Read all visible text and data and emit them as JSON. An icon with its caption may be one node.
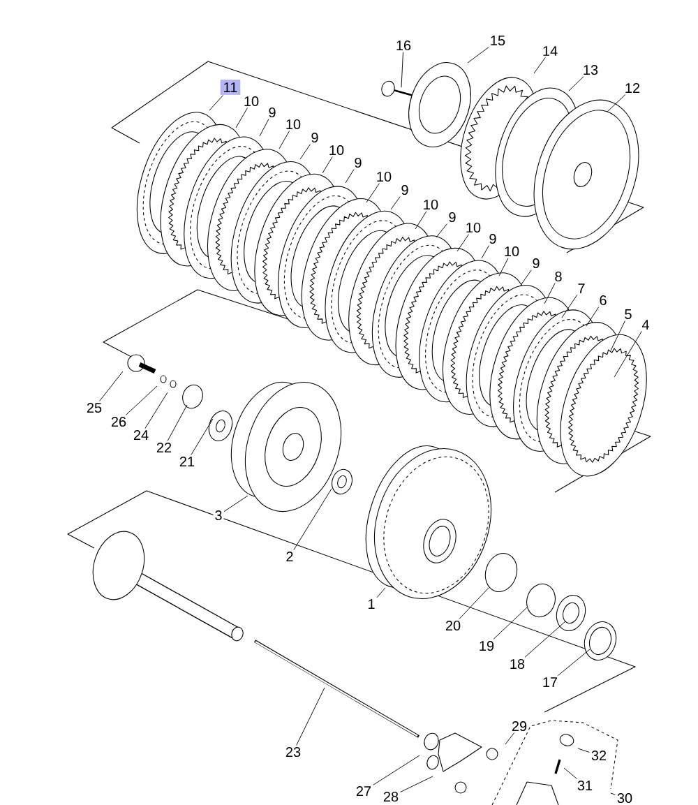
{
  "diagram": {
    "nodes": [
      {
        "text": [
          "15"
        ]
      },
      {
        "text": [
          "16"
        ]
      },
      {
        "text": [
          "14"
        ]
      },
      {
        "text": [
          "13"
        ]
      },
      {
        "text": [
          "11"
        ]
      },
      {
        "text": [
          "12"
        ]
      },
      {
        "text": [
          "10"
        ]
      },
      {
        "text": [
          "9"
        ]
      },
      {
        "text": [
          "10"
        ]
      },
      {
        "text": [
          "9"
        ]
      },
      {
        "text": [
          "10"
        ]
      },
      {
        "text": [
          "9"
        ]
      },
      {
        "text": [
          "10"
        ]
      },
      {
        "text": [
          "9"
        ]
      },
      {
        "text": [
          "10"
        ]
      },
      {
        "text": [
          "9"
        ]
      },
      {
        "text": [
          "10"
        ]
      },
      {
        "text": [
          "9"
        ]
      },
      {
        "text": [
          "10"
        ]
      },
      {
        "text": [
          "9"
        ]
      },
      {
        "text": [
          "8"
        ]
      },
      {
        "text": [
          "7"
        ]
      },
      {
        "text": [
          "6"
        ]
      },
      {
        "text": [
          "5"
        ]
      },
      {
        "text": [
          "4"
        ]
      },
      {
        "text": [
          "25"
        ]
      },
      {
        "text": [
          "26"
        ]
      },
      {
        "text": [
          "24"
        ]
      },
      {
        "text": [
          "22"
        ]
      },
      {
        "text": [
          "21"
        ]
      },
      {
        "text": [
          "3"
        ]
      },
      {
        "text": [
          "2"
        ]
      },
      {
        "text": [
          "1"
        ]
      },
      {
        "text": [
          "20"
        ]
      },
      {
        "text": [
          "19"
        ]
      },
      {
        "text": [
          "18"
        ]
      },
      {
        "text": [
          "17"
        ]
      },
      {
        "text": [
          "29"
        ]
      },
      {
        "text": [
          "23"
        ]
      },
      {
        "text": [
          "32"
        ]
      },
      {
        "text": [
          "31"
        ]
      },
      {
        "text": [
          "27"
        ]
      },
      {
        "text": [
          "30"
        ]
      },
      {
        "text": [
          "28"
        ]
      }
    ],
    "edges": [
      {
        "from": 0,
        "to": null,
        "arrow": "none"
      },
      {
        "from": 1,
        "to": null,
        "arrow": "none"
      },
      {
        "from": 2,
        "to": null,
        "arrow": "none"
      },
      {
        "from": 3,
        "to": null,
        "arrow": "none"
      },
      {
        "from": 4,
        "to": null,
        "arrow": "none"
      },
      {
        "from": 5,
        "to": null,
        "arrow": "none"
      },
      {
        "from": 6,
        "to": null,
        "arrow": "none"
      },
      {
        "from": 7,
        "to": null,
        "arrow": "none"
      },
      {
        "from": 8,
        "to": null,
        "arrow": "none"
      },
      {
        "from": 9,
        "to": null,
        "arrow": "none"
      },
      {
        "from": 10,
        "to": null,
        "arrow": "none"
      },
      {
        "from": 11,
        "to": null,
        "arrow": "none"
      },
      {
        "from": 12,
        "to": null,
        "arrow": "none"
      },
      {
        "from": 13,
        "to": null,
        "arrow": "none"
      },
      {
        "from": 14,
        "to": null,
        "arrow": "none"
      },
      {
        "from": 15,
        "to": null,
        "arrow": "none"
      },
      {
        "from": 16,
        "to": null,
        "arrow": "none"
      },
      {
        "from": 17,
        "to": null,
        "arrow": "none"
      },
      {
        "from": 18,
        "to": null,
        "arrow": "none"
      },
      {
        "from": 19,
        "to": null,
        "arrow": "none"
      },
      {
        "from": 20,
        "to": null,
        "arrow": "none"
      },
      {
        "from": 21,
        "to": null,
        "arrow": "none"
      },
      {
        "from": 22,
        "to": null,
        "arrow": "none"
      },
      {
        "from": 23,
        "to": null,
        "arrow": "none"
      },
      {
        "from": 24,
        "to": null,
        "arrow": "none"
      },
      {
        "from": 25,
        "to": null,
        "arrow": "none"
      },
      {
        "from": 26,
        "to": null,
        "arrow": "none"
      },
      {
        "from": 27,
        "to": null,
        "arrow": "none"
      },
      {
        "from": 28,
        "to": null,
        "arrow": "none"
      },
      {
        "from": 29,
        "to": null,
        "arrow": "none"
      },
      {
        "from": 30,
        "to": null,
        "arrow": "none"
      },
      {
        "from": 31,
        "to": null,
        "arrow": "none"
      },
      {
        "from": 32,
        "to": null,
        "arrow": "none"
      },
      {
        "from": 33,
        "to": null,
        "arrow": "none"
      },
      {
        "from": 34,
        "to": null,
        "arrow": "none"
      },
      {
        "from": 35,
        "to": null,
        "arrow": "none"
      },
      {
        "from": 36,
        "to": null,
        "arrow": "none"
      },
      {
        "from": 37,
        "to": null,
        "arrow": "none"
      },
      {
        "from": 38,
        "to": null,
        "arrow": "none"
      },
      {
        "from": 39,
        "to": null,
        "arrow": "none"
      },
      {
        "from": 40,
        "to": null,
        "arrow": "none"
      },
      {
        "from": 41,
        "to": null,
        "arrow": "none"
      },
      {
        "from": 42,
        "to": null,
        "arrow": "none"
      },
      {
        "from": 43,
        "to": null,
        "arrow": "none"
      }
    ]
  }
}
